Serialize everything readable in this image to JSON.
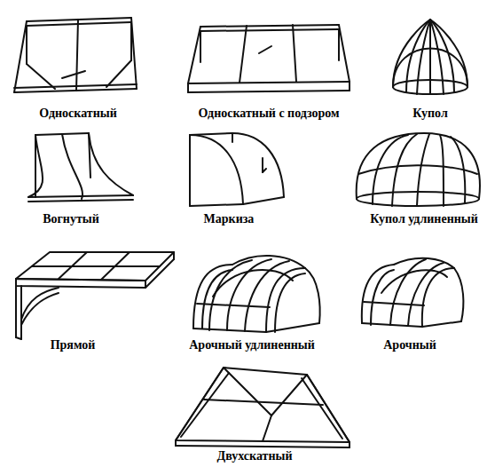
{
  "diagram": {
    "labels": [
      "Односкатный",
      "Односкатный с подзором",
      "Купол",
      "Вогнутый",
      "Маркиза",
      "Купол удлиненный",
      "Прямой",
      "Арочный удлиненный",
      "Арочный",
      "Двухскатный"
    ]
  }
}
